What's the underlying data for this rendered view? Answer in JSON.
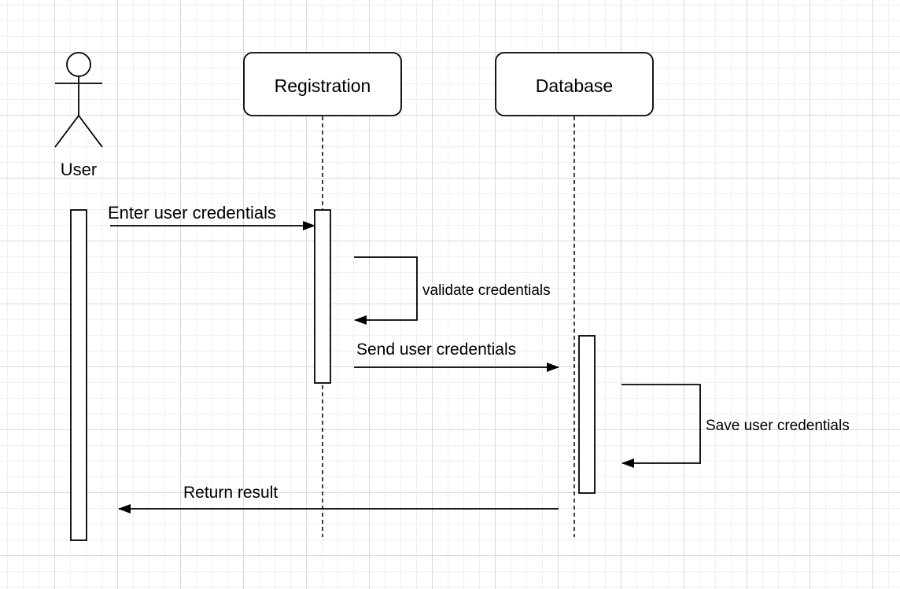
{
  "diagram": {
    "type": "sequence",
    "colors": {
      "stroke": "#000000",
      "fill": "#ffffff",
      "grid": "#d9d9d9"
    },
    "actor": {
      "label": "User",
      "icon": "stick-figure-icon"
    },
    "participants": [
      {
        "label": "Registration"
      },
      {
        "label": "Database"
      }
    ],
    "messages": [
      {
        "label": "Enter user credentials",
        "from": "User",
        "to": "Registration"
      },
      {
        "label": "validate credentials",
        "from": "Registration",
        "to": "Registration"
      },
      {
        "label": "Send user credentials",
        "from": "Registration",
        "to": "Database"
      },
      {
        "label": "Save user credentials",
        "from": "Database",
        "to": "Database"
      },
      {
        "label": "Return result",
        "from": "Database",
        "to": "User"
      }
    ]
  }
}
